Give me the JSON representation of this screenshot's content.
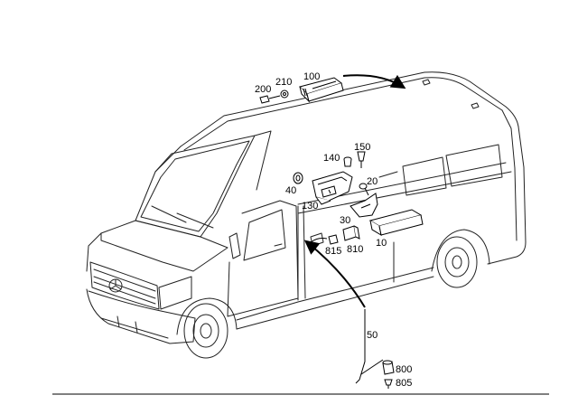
{
  "part_labels": {
    "p100": "100",
    "p200": "200",
    "p210": "210",
    "p140": "140",
    "p150": "150",
    "p40": "40",
    "p20": "20",
    "p130": "130",
    "p30": "30",
    "p10": "10",
    "p815": "815",
    "p810": "810",
    "p50": "50",
    "p800": "800",
    "p805": "805"
  }
}
